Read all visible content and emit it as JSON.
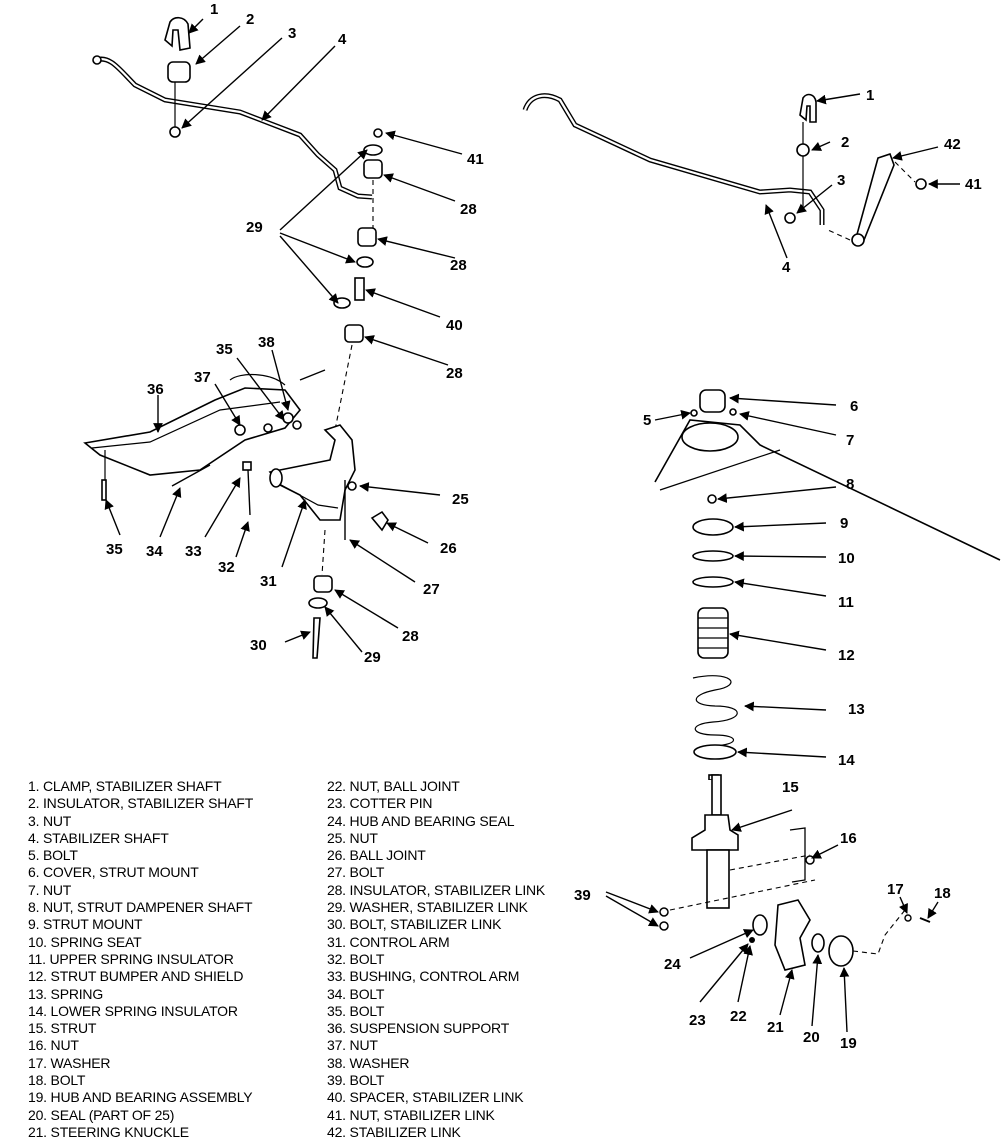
{
  "callouts": {
    "c1a": "1",
    "c2a": "2",
    "c3a": "3",
    "c4a": "4",
    "c41a": "41",
    "c28a": "28",
    "c29": "29",
    "c28b": "28",
    "c40": "40",
    "c28c": "28",
    "c35a": "35",
    "c38": "38",
    "c37": "37",
    "c36": "36",
    "c35b": "35",
    "c34": "34",
    "c33": "33",
    "c32": "32",
    "c31": "31",
    "c25": "25",
    "c26": "26",
    "c27": "27",
    "c28d": "28",
    "c30": "30",
    "c29b": "29",
    "c1b": "1",
    "c2b": "2",
    "c42": "42",
    "c41b": "41",
    "c3b": "3",
    "c4b": "4",
    "c5": "5",
    "c6": "6",
    "c7": "7",
    "c8": "8",
    "c9": "9",
    "c10": "10",
    "c11": "11",
    "c12": "12",
    "c13": "13",
    "c14": "14",
    "c15": "15",
    "c16": "16",
    "c39": "39",
    "c17": "17",
    "c18": "18",
    "c24": "24",
    "c23": "23",
    "c22": "22",
    "c21": "21",
    "c20": "20",
    "c19": "19"
  },
  "legend_left": [
    "1.   CLAMP, STABILIZER SHAFT",
    "2.   INSULATOR, STABILIZER SHAFT",
    "3.   NUT",
    "4.   STABILIZER SHAFT",
    "5.   BOLT",
    "6.   COVER, STRUT MOUNT",
    "7.   NUT",
    "8.   NUT, STRUT DAMPENER SHAFT",
    "9.   STRUT MOUNT",
    "10. SPRING SEAT",
    "11. UPPER SPRING INSULATOR",
    "12. STRUT BUMPER AND SHIELD",
    "13. SPRING",
    "14. LOWER SPRING INSULATOR",
    "15. STRUT",
    "16. NUT",
    "17. WASHER",
    "18. BOLT",
    "19. HUB AND BEARING ASSEMBLY",
    "20. SEAL (PART OF 25)",
    "21. STEERING KNUCKLE"
  ],
  "legend_right": [
    "22. NUT, BALL JOINT",
    "23. COTTER PIN",
    "24. HUB AND BEARING SEAL",
    "25. NUT",
    "26. BALL JOINT",
    "27. BOLT",
    "28. INSULATOR, STABILIZER LINK",
    "29. WASHER, STABILIZER LINK",
    "30. BOLT, STABILIZER LINK",
    "31. CONTROL ARM",
    "32. BOLT",
    "33. BUSHING, CONTROL ARM",
    "34. BOLT",
    "35. BOLT",
    "36. SUSPENSION SUPPORT",
    "37. NUT",
    "38. WASHER",
    "39. BOLT",
    "40. SPACER, STABILIZER LINK",
    "41. NUT, STABILIZER LINK",
    "42. STABILIZER LINK"
  ]
}
